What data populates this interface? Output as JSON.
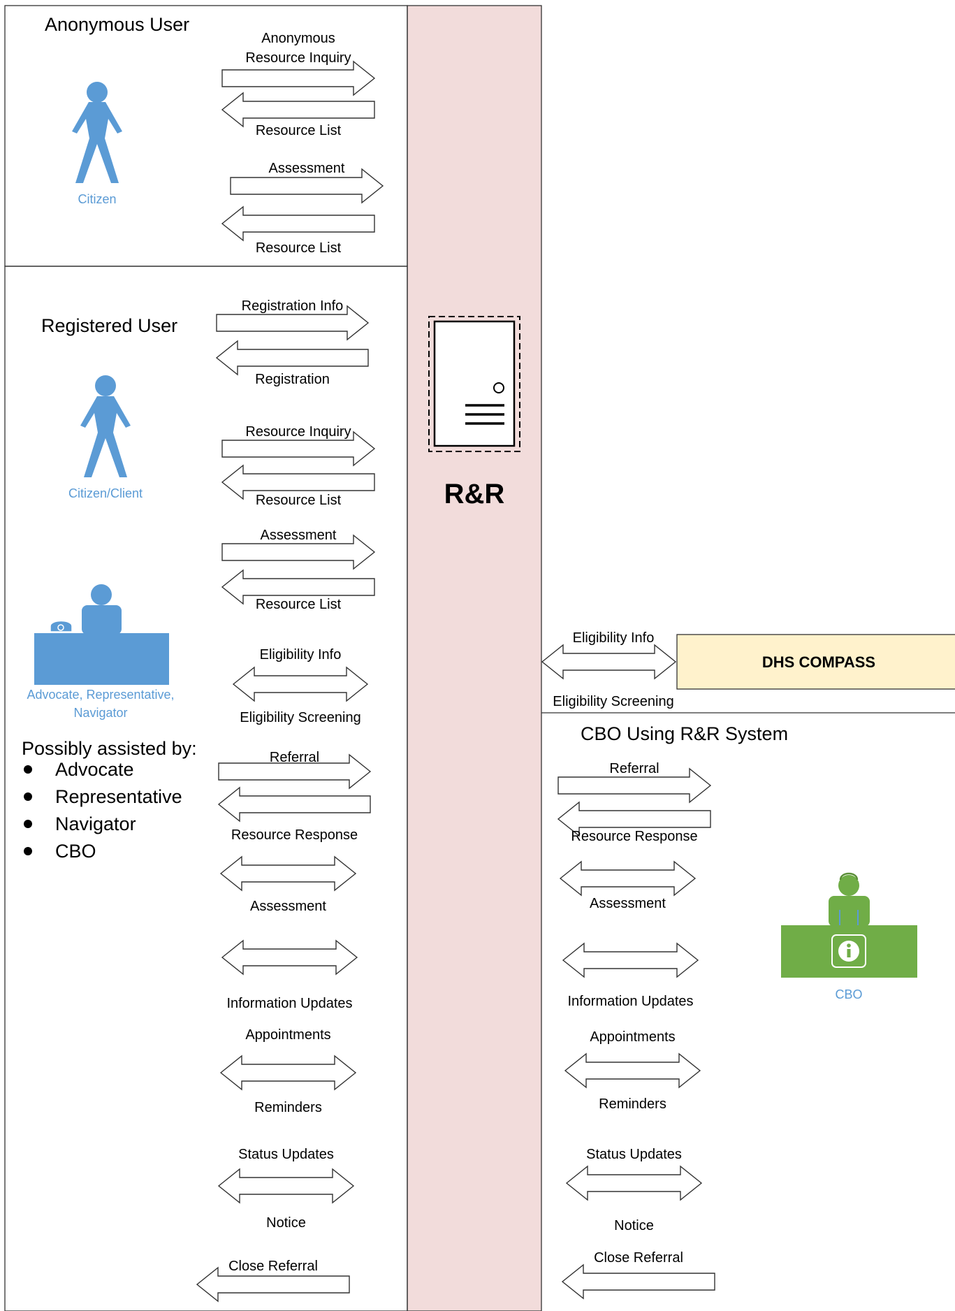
{
  "system": {
    "label": "R&R"
  },
  "sections": {
    "anonymous": {
      "title": "Anonymous User",
      "actor": "Citizen",
      "flows": [
        {
          "id": "anon-inquiry",
          "label": "Anonymous\nResource Inquiry",
          "direction": "right"
        },
        {
          "id": "anon-list-1",
          "label": "Resource List",
          "direction": "left"
        },
        {
          "id": "anon-assessment",
          "label": "Assessment",
          "direction": "right"
        },
        {
          "id": "anon-list-2",
          "label": "Resource List",
          "direction": "left"
        }
      ]
    },
    "registered": {
      "title": "Registered User",
      "actor": "Citizen/Client",
      "helper_actor": "Advocate, Representative,\nNavigator",
      "assisted_title": "Possibly assisted by:",
      "assisted_list": [
        "Advocate",
        "Representative",
        "Navigator",
        "CBO"
      ],
      "flows": [
        {
          "id": "reg-info",
          "label": "Registration Info",
          "direction": "right"
        },
        {
          "id": "reg-registration",
          "label": "Registration",
          "direction": "left"
        },
        {
          "id": "reg-inquiry",
          "label": "Resource Inquiry",
          "direction": "right"
        },
        {
          "id": "reg-list-1",
          "label": "Resource List",
          "direction": "left"
        },
        {
          "id": "reg-assessment",
          "label": "Assessment",
          "direction": "right"
        },
        {
          "id": "reg-list-2",
          "label": "Resource List",
          "direction": "left"
        },
        {
          "id": "reg-eligibility",
          "top_label": "Eligibility Info",
          "bottom_label": "Eligibility Screening",
          "direction": "both"
        },
        {
          "id": "reg-referral",
          "label": "Referral",
          "direction": "right"
        },
        {
          "id": "reg-response",
          "label": "Resource Response",
          "direction": "left"
        },
        {
          "id": "reg-assess-2",
          "label": "Assessment",
          "direction": "both"
        },
        {
          "id": "reg-info-updates",
          "label": "Information Updates",
          "direction": "both"
        },
        {
          "id": "reg-appointments",
          "top_label": "Appointments",
          "bottom_label": "Reminders",
          "direction": "both"
        },
        {
          "id": "reg-status",
          "top_label": "Status Updates",
          "bottom_label": "Notice",
          "direction": "both"
        },
        {
          "id": "reg-close",
          "label": "Close Referral",
          "direction": "left"
        }
      ]
    },
    "external": {
      "title": "DHS COMPASS",
      "flow": {
        "top_label": "Eligibility Info",
        "bottom_label": "Eligibility Screening",
        "direction": "both"
      }
    },
    "cbo": {
      "title": "CBO Using R&R System",
      "actor": "CBO",
      "flows": [
        {
          "id": "cbo-referral",
          "label": "Referral",
          "direction": "right"
        },
        {
          "id": "cbo-response",
          "label": "Resource Response",
          "direction": "left"
        },
        {
          "id": "cbo-assessment",
          "label": "Assessment",
          "direction": "both"
        },
        {
          "id": "cbo-info-updates",
          "label": "Information Updates",
          "direction": "both"
        },
        {
          "id": "cbo-appointments",
          "top_label": "Appointments",
          "bottom_label": "Reminders",
          "direction": "both"
        },
        {
          "id": "cbo-status",
          "top_label": "Status Updates",
          "bottom_label": "Notice",
          "direction": "both"
        },
        {
          "id": "cbo-close",
          "label": "Close Referral",
          "direction": "left"
        }
      ]
    }
  },
  "colors": {
    "system_band": "#F2DCDB",
    "actor_blue": "#5B9BD5",
    "cbo_green": "#70AD47",
    "external_fill": "#FFF2CC",
    "border": "#333333"
  },
  "icons": {
    "server": "server-icon",
    "citizen": "person-icon",
    "advocate": "agent-desk-icon",
    "cbo": "cbo-info-desk-icon"
  }
}
